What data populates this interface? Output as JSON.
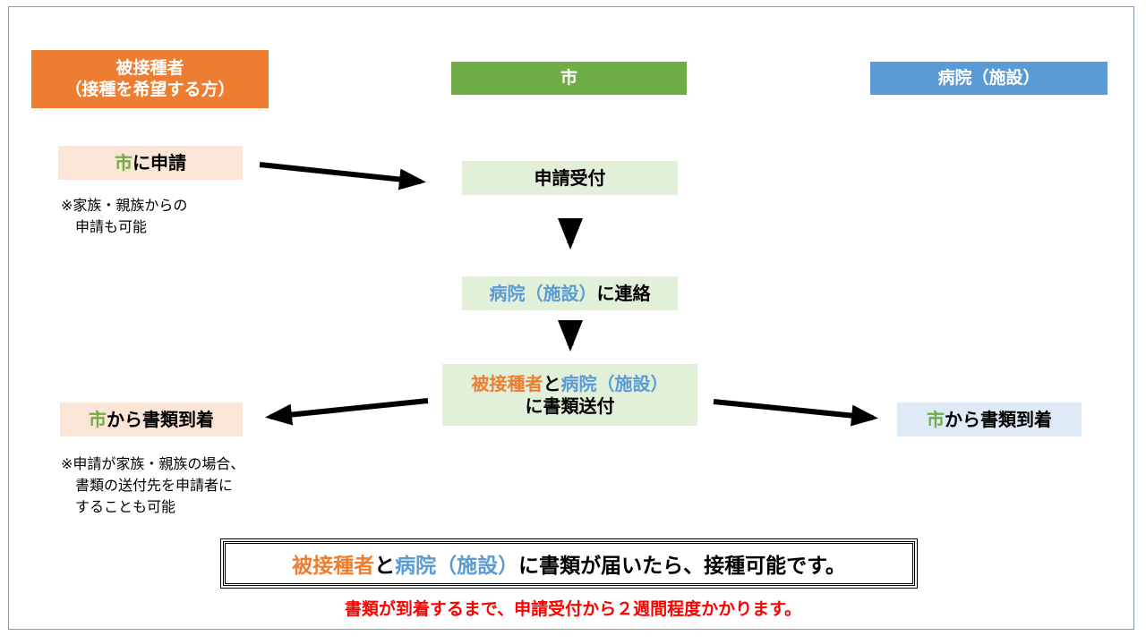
{
  "colors": {
    "applicant": "#ed7d31",
    "city": "#70ad47",
    "hospital": "#5b9bd5",
    "notice": "#ff0000"
  },
  "headers": {
    "applicant_line1": "被接種者",
    "applicant_line2": "（接種を希望する方）",
    "city": "市",
    "hospital": "病院（施設）"
  },
  "steps": {
    "apply_city": "市",
    "apply_rest": "に申請",
    "apply_note": "※家族・親族からの\n　申請も可能",
    "receive": "申請受付",
    "contact_hospital": "病院（施設）",
    "contact_rest": "に連絡",
    "send_a": "被接種者",
    "send_b": "と",
    "send_c": "病院（施設）",
    "send_line2": "に書類送付",
    "arrive_left_city": "市",
    "arrive_left_rest": "から書類到着",
    "arrive_note": "※申請が家族・親族の場合、\n　書類の送付先を申請者に\n　することも可能",
    "arrive_right_city": "市",
    "arrive_right_rest": "から書類到着"
  },
  "banner": {
    "part1": "被接種者",
    "part2": "と",
    "part3": "病院（施設）",
    "part4": "に書類が届いたら、接種可能です。"
  },
  "footer": "書類が到着するまで、申請受付から２週間程度かかります。"
}
